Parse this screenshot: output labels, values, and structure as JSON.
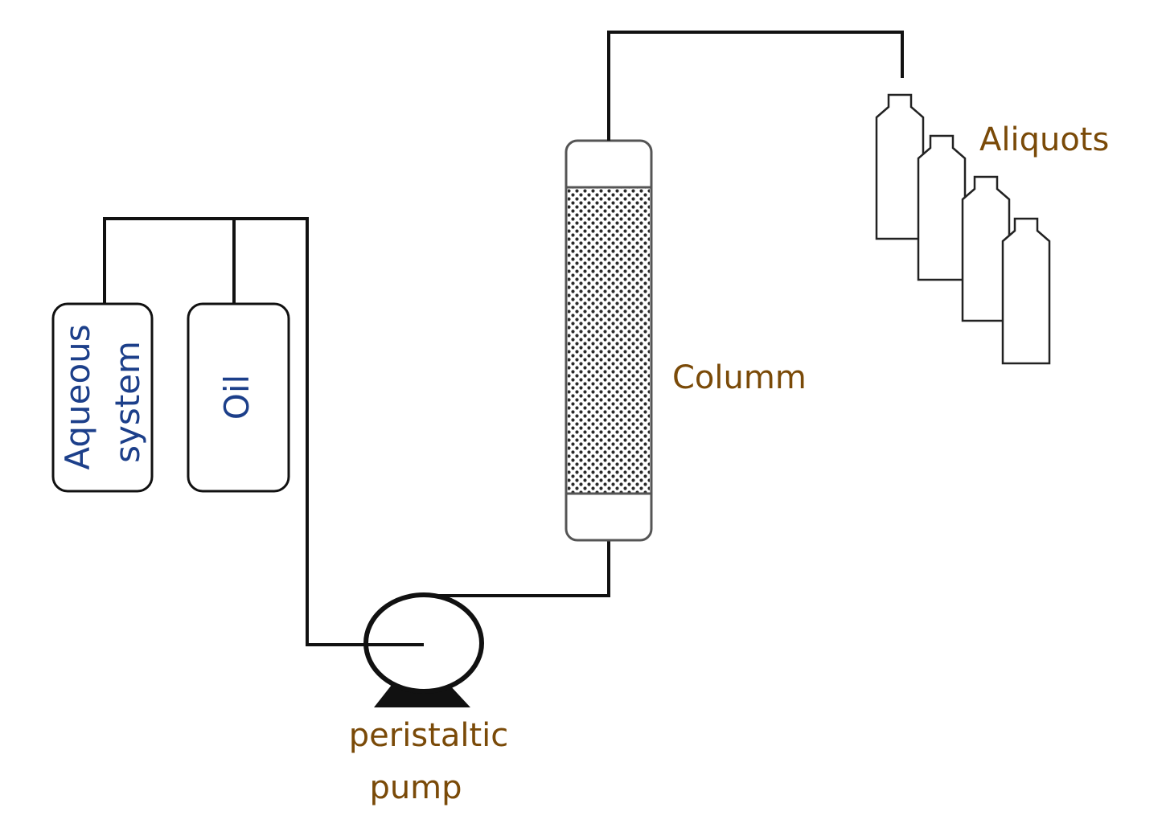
{
  "diagram": {
    "labels": {
      "aqueous_line1": "Aqueous",
      "aqueous_line2": "system",
      "oil": "Oil",
      "column": "Columm",
      "aliquots": "Aliquots",
      "pump_line1": "peristaltic",
      "pump_line2": "pump"
    },
    "colors": {
      "stroke": "#111111",
      "label_text": "#1c3f8a",
      "caption_text": "#7a4a08",
      "column_stroke": "#555555",
      "packing_dots": "#2a2a2a"
    },
    "aliquot_count": 4
  }
}
